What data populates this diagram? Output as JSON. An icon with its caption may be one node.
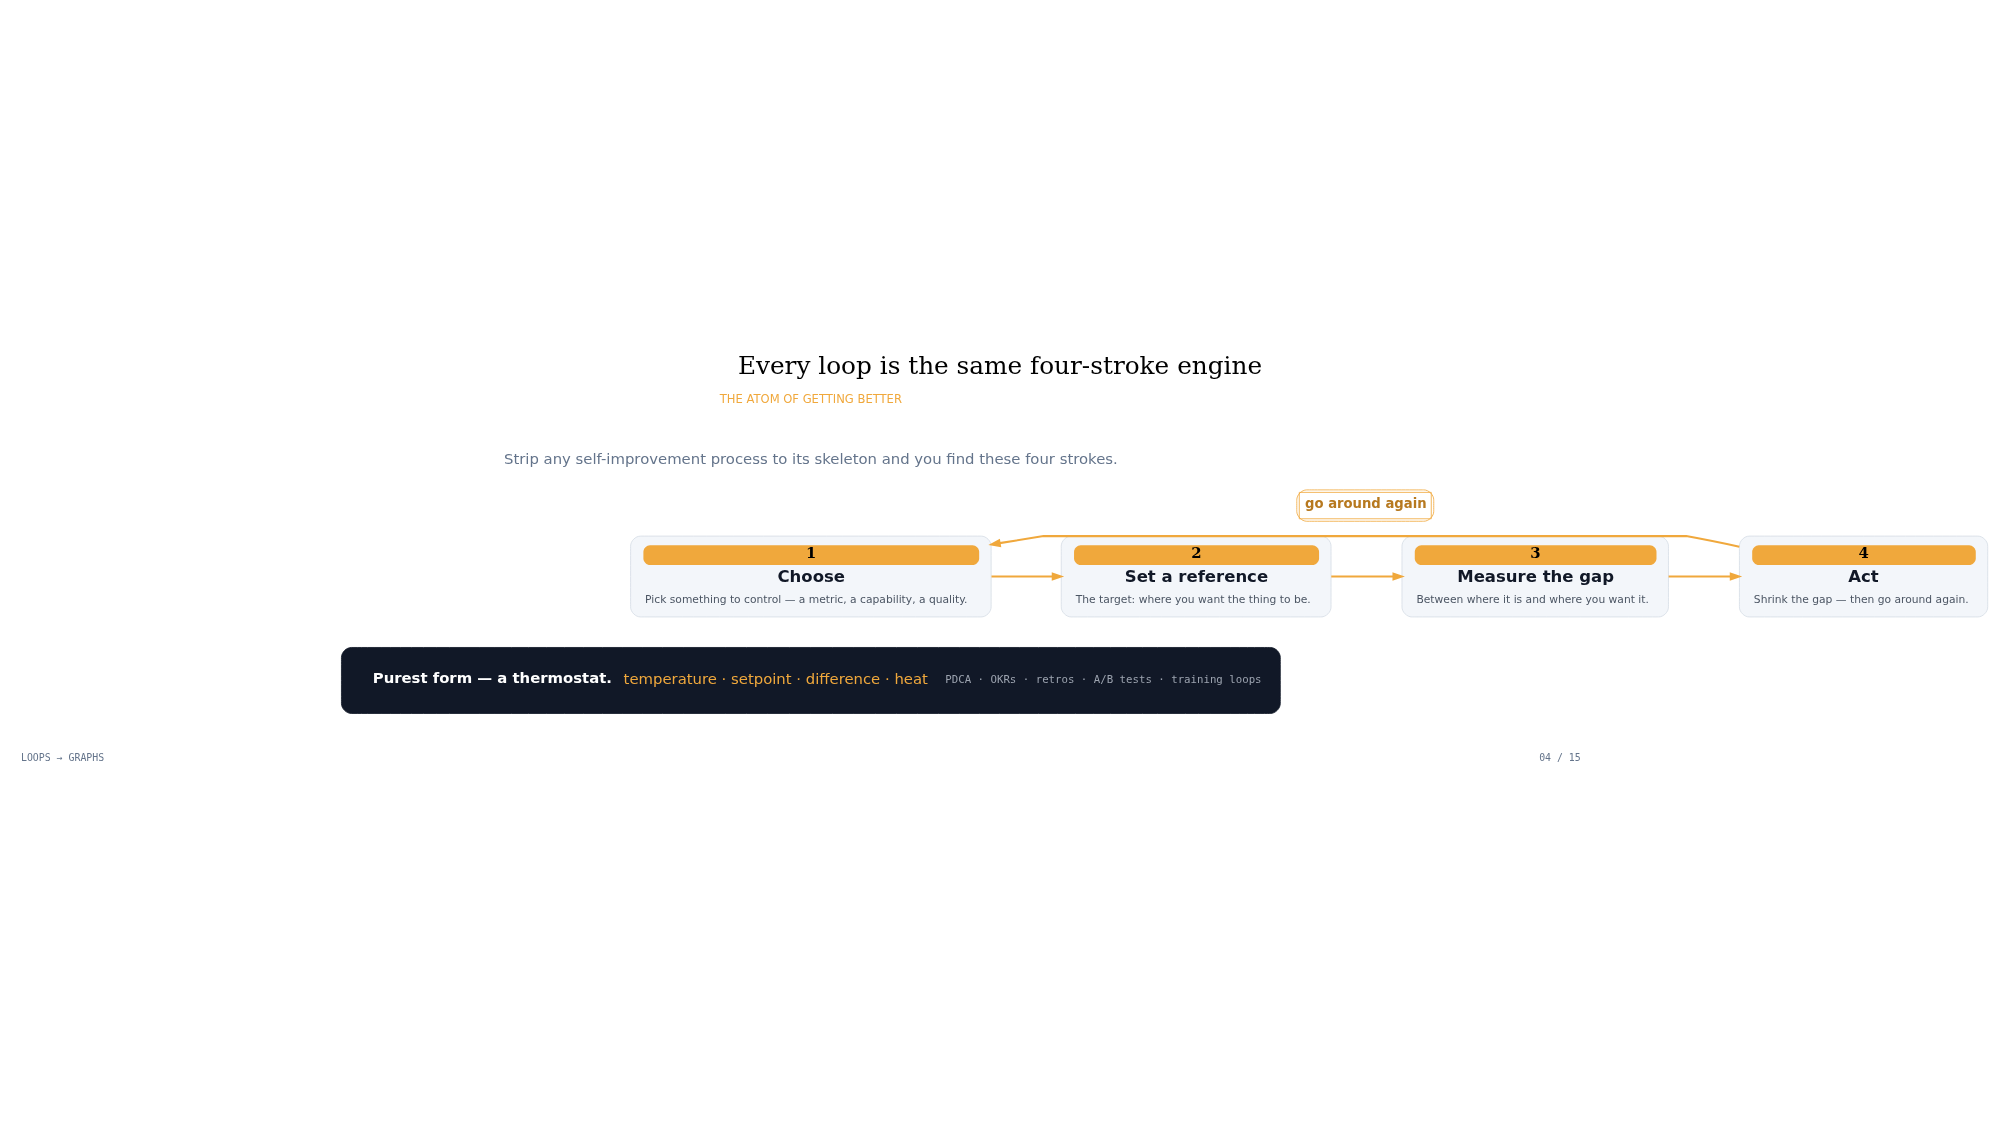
{
  "diagram": {
    "title": "Every loop is the same four-stroke engine",
    "nodes": [
      {
        "text": [
          "1",
          "Choose",
          "Pick something to control — a metric, a capability, a quality."
        ]
      },
      {
        "text": [
          "2",
          "Set a reference",
          "The target: where you want the thing to be."
        ]
      },
      {
        "text": [
          "3",
          "Measure the gap",
          "Between where it is and where you want it."
        ]
      },
      {
        "text": [
          "4",
          "Act",
          "Shrink the gap — then go around again."
        ]
      },
      {
        "text": [
          "Purest form — a thermostat.",
          "temperature · setpoint · difference · heat",
          "PDCA · OKRs · retros · A/B tests · training loops"
        ]
      }
    ],
    "edges": [
      {
        "from": 0,
        "to": 1,
        "arrow": "to"
      },
      {
        "from": 1,
        "to": 2,
        "arrow": "to"
      },
      {
        "from": 2,
        "to": 3,
        "arrow": "to"
      },
      {
        "from": 3,
        "to": 0,
        "arrow": "to",
        "label": "go around again"
      }
    ],
    "labels": [
      "THE ATOM OF GETTING BETTER",
      "Strip any self-improvement process to its skeleton and you find these four strokes.",
      "LOOPS → GRAPHS",
      "04 / 15"
    ]
  }
}
